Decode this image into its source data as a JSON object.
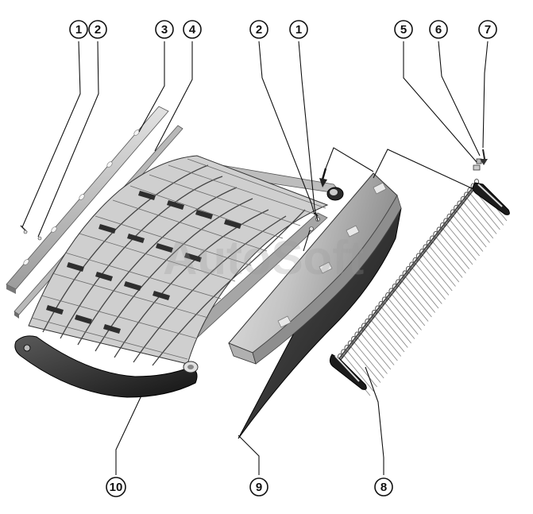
{
  "diagram": {
    "watermark": "AutoSoft",
    "callouts": [
      {
        "id": "c1a",
        "label": "1"
      },
      {
        "id": "c2a",
        "label": "2"
      },
      {
        "id": "c3",
        "label": "3"
      },
      {
        "id": "c4",
        "label": "4"
      },
      {
        "id": "c2b",
        "label": "2"
      },
      {
        "id": "c1b",
        "label": "1"
      },
      {
        "id": "c5",
        "label": "5"
      },
      {
        "id": "c6",
        "label": "6"
      },
      {
        "id": "c7",
        "label": "7"
      },
      {
        "id": "c10",
        "label": "10"
      },
      {
        "id": "c9",
        "label": "9"
      },
      {
        "id": "c8",
        "label": "8"
      }
    ],
    "colors": {
      "frame": "#1b1b1b",
      "metal_light": "#d0d0d0",
      "metal_mid": "#9a9a9a",
      "metal_dark": "#4a4a4a"
    }
  }
}
